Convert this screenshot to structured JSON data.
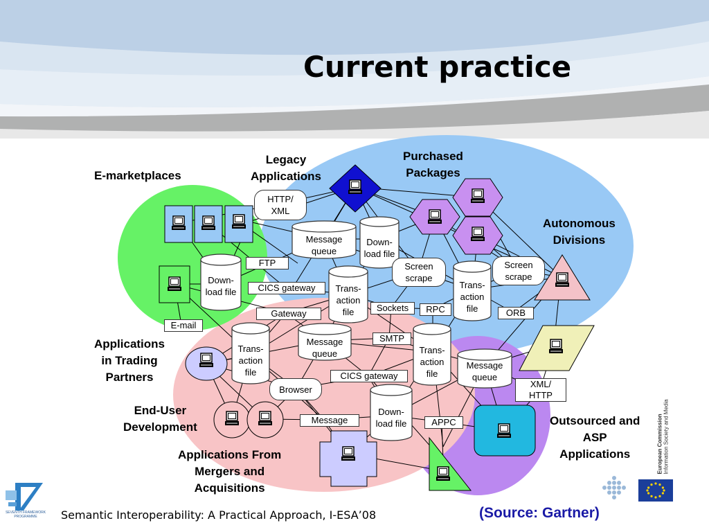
{
  "slide": {
    "title": "Current practice",
    "footer": "Semantic Interoperability: A Practical Approach, I-ESA’08",
    "source": "(Source: Gartner)"
  },
  "groups": {
    "e_marketplaces": "E-marketplaces",
    "legacy": [
      "Legacy",
      "Applications"
    ],
    "purchased": [
      "Purchased",
      "Packages"
    ],
    "autonomous": [
      "Autonomous",
      "Divisions"
    ],
    "trading": [
      "Applications",
      "in Trading",
      "Partners"
    ],
    "end_user": [
      "End-User",
      "Development"
    ],
    "mergers": [
      "Applications From",
      "Mergers and",
      "Acquisitions"
    ],
    "outsourced": [
      "Outsourced and",
      "ASP",
      "Applications"
    ]
  },
  "connectors": {
    "http_xml_top": [
      "HTTP/",
      "XML"
    ],
    "message_queue_1": [
      "Message",
      "queue"
    ],
    "download_1": [
      "Down-",
      "load file"
    ],
    "ftp": "FTP",
    "download_2": [
      "Down-",
      "load file"
    ],
    "cics_gateway_1": "CICS gateway",
    "transaction_1": [
      "Trans-",
      "action",
      "file"
    ],
    "screen_scrape_1": [
      "Screen",
      "scrape"
    ],
    "screen_scrape_2": [
      "Screen",
      "scrape"
    ],
    "transaction_2": [
      "Trans-",
      "action",
      "file"
    ],
    "sockets": "Sockets",
    "rpc": "RPC",
    "orb": "ORB",
    "gateway": "Gateway",
    "email": "E-mail",
    "smtp": "SMTP",
    "message_queue_2": [
      "Message",
      "queue"
    ],
    "transaction_3": [
      "Trans-",
      "action",
      "file"
    ],
    "transaction_4": [
      "Trans-",
      "action",
      "file"
    ],
    "message_queue_3": [
      "Message",
      "queue"
    ],
    "cics_gateway_2": "CICS gateway",
    "browser": "Browser",
    "xml_http": [
      "XML/",
      "HTTP"
    ],
    "download_3": [
      "Down-",
      "load file"
    ],
    "message": "Message",
    "appc": "APPC"
  },
  "logos": {
    "left_programme": [
      "SEVENTH FRAMEWORK",
      "PROGRAMME"
    ],
    "ec_vertical": [
      "European Commission",
      "Information Society and Media"
    ]
  },
  "colors": {
    "green_region": "#66f266",
    "blue_region": "#99c9f5",
    "pink_region": "#f8c4c6",
    "purple_region": "#bb88f0",
    "legacy_diamond": "#1010d0",
    "package_hex": "#c890f0",
    "triangle": "#f4c2c8",
    "parallelogram": "#f0f0b8",
    "asp_box": "#22b8e0",
    "cross": "#ccccff",
    "source_text": "#1a1aa6"
  }
}
